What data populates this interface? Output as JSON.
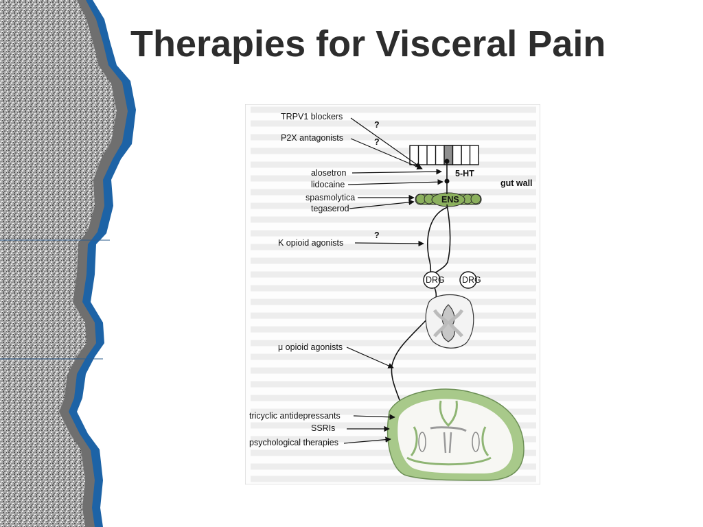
{
  "slide": {
    "title": "Therapies for Visceral Pain"
  },
  "diagram": {
    "labels": {
      "trpv1": "TRPV1 blockers",
      "p2x": "P2X antagonists",
      "alosetron": "alosetron",
      "lidocaine": "lidocaine",
      "spasmolytica": "spasmolytica",
      "tegaserod": "tegaserod",
      "k_opioid": "K opioid agonists",
      "mu_opioid": "μ opioid agonists",
      "tricyclic": "tricyclic antidepressants",
      "ssri": "SSRIs",
      "psych": "psychological therapies"
    },
    "question_marks": [
      "?",
      "?",
      "?"
    ],
    "structures": {
      "five_ht": "5-HT",
      "gut_wall": "gut wall",
      "ens": "ENS",
      "drg_left": "DRG",
      "drg_right": "DRG"
    }
  }
}
